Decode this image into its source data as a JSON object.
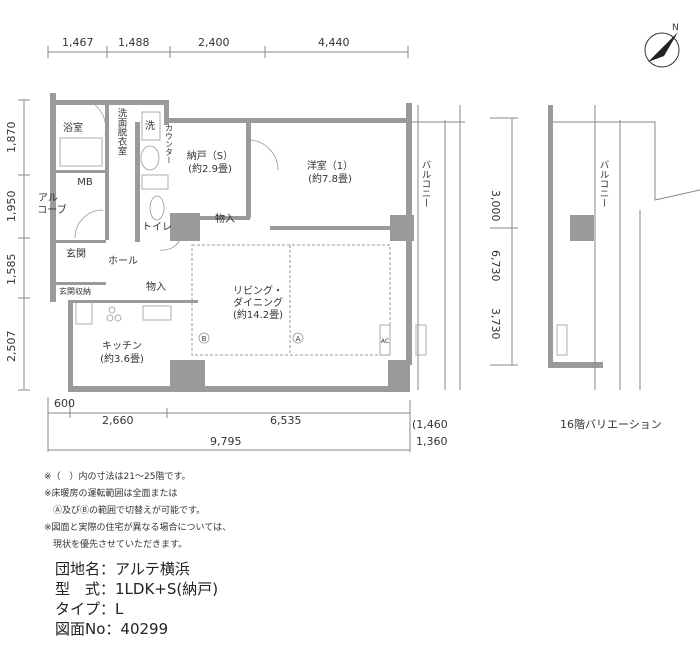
{
  "top_dims": [
    "1,467",
    "1,488",
    "2,400",
    "4,440"
  ],
  "left_dims": [
    "1,870",
    "1,950",
    "1,585",
    "2,507"
  ],
  "bottom_dims": {
    "d600": "600",
    "d2660": "2,660",
    "d6535": "6,535",
    "d9795": "9,795",
    "d1460": "(1,460",
    "d1360": "1,360"
  },
  "right_dims": [
    "3,000",
    "6,730",
    "3,730"
  ],
  "rooms": {
    "bath": "浴室",
    "washroom": "洗面脱衣室",
    "washer": "洗",
    "counter": "カウンター",
    "storage_room": "納戸（S）",
    "storage_room_size": "(約2.9畳)",
    "western_room": "洋室（1）",
    "western_room_size": "(約7.8畳)",
    "mb": "MB",
    "alcove_1": "アル",
    "alcove_2": "コーブ",
    "toilet": "トイレ",
    "closet_1": "物入",
    "closet_2": "物入",
    "entrance": "玄関",
    "hall": "ホール",
    "shoe_storage": "玄関収納",
    "living_1": "リビング・",
    "living_2": "ダイニング",
    "living_size": "(約14.2畳)",
    "kitchen": "キッチン",
    "kitchen_size": "(約3.6畳)",
    "zone_a": "A",
    "zone_b": "B",
    "ac": "AC",
    "balcony": "バルコニー",
    "balcony_variant": "バルコニー"
  },
  "variant_label": "16階バリエーション",
  "notes": [
    "※（　）内の寸法は21～25階です。",
    "※床暖房の運転範囲は全面または",
    "　Ⓐ及びⒷの範囲で切替えが可能です。",
    "※図面と実際の住宅が異なる場合については、",
    "　現状を優先させていただきます。"
  ],
  "info": {
    "complex_name": "団地名：アルテ横浜",
    "type_format": "型　式：1LDK+S(納戸)",
    "type": "タイプ：L",
    "drawing_no": "図面No：40299"
  },
  "compass": "N"
}
